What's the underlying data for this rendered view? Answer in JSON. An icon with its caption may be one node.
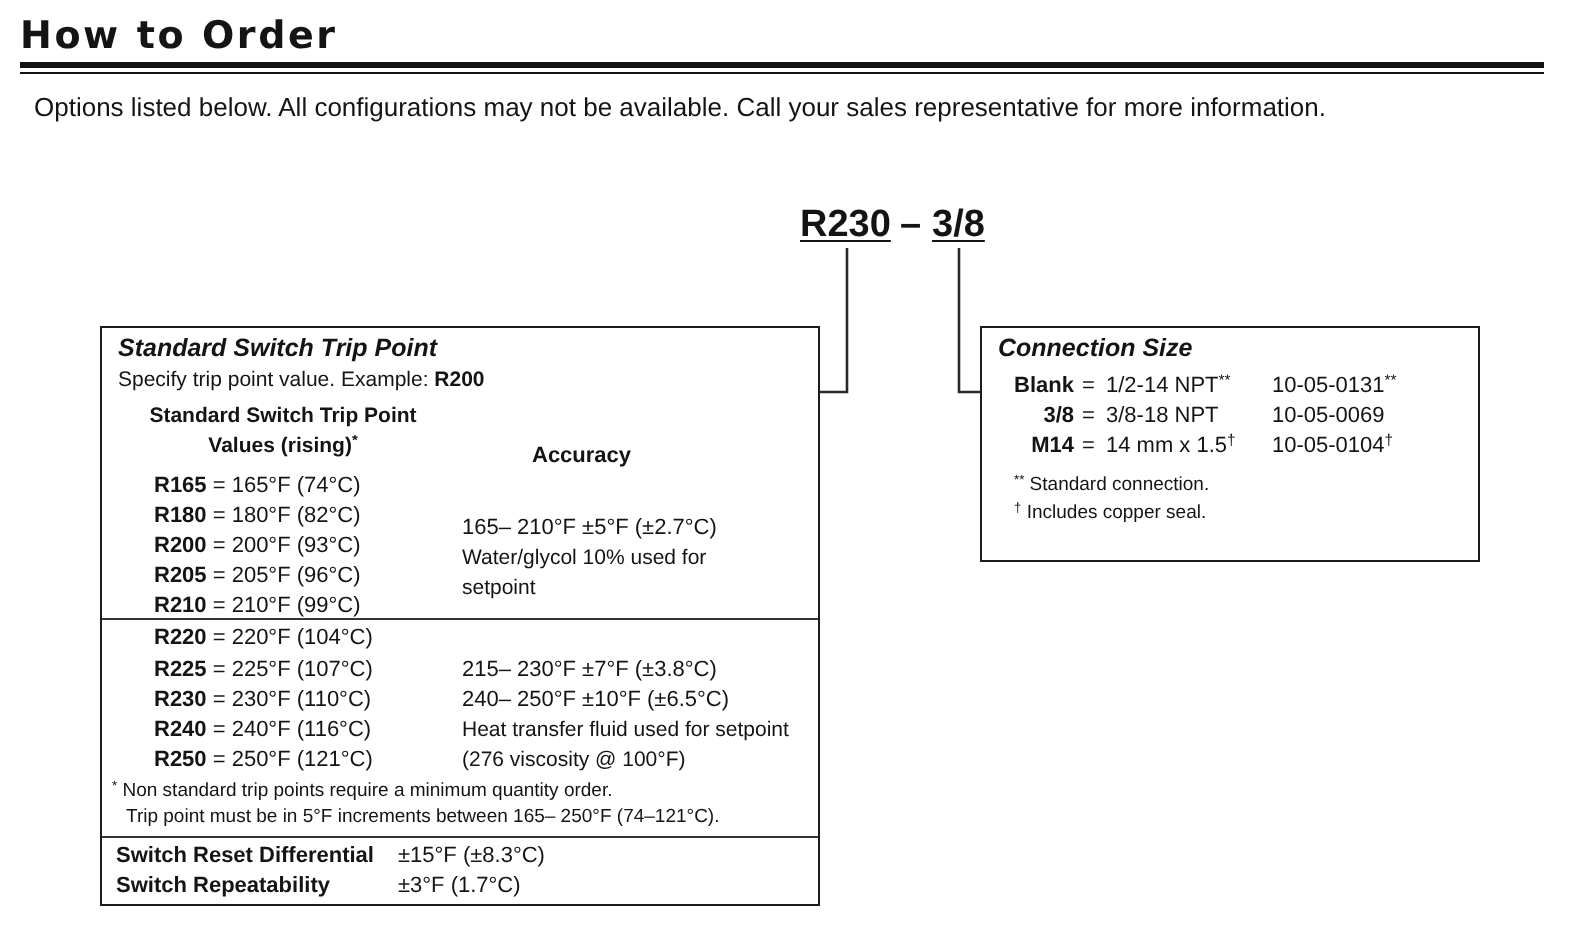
{
  "diagram": {
    "title": "How to Order",
    "nodes": [
      {
        "text": [
          "R230"
        ]
      },
      {
        "text": [
          "3/8"
        ]
      },
      {
        "text": [
          "Standard Switch Trip Point",
          "Specify trip point value. Example: **R200**",
          "Standard Switch Trip Point Values (rising)$^{*}$",
          "Accuracy",
          "**R165** = 165°F (74°C)",
          "**R180** = 180°F (82°C)",
          "**R200** = 200°F (93°C)",
          "**R205** = 205°F (96°C)",
          "**R210** = 210°F (99°C)",
          "165– 210°F ±5°F (±2.7°C)",
          "Water/glycol 10% used for setpoint",
          "**R220** = 220°F (104°C)",
          "**R225** = 225°F (107°C)",
          "**R230** = 230°F (110°C)",
          "**R240** = 240°F (116°C)",
          "**R250** = 250°F (121°C)",
          "215– 230°F ±7°F (±3.8°C)",
          "240– 250°F ±10°F (±6.5°C)",
          "Heat transfer fluid used for setpoint",
          "(276 viscosity @ 100°F)",
          "$^{*}$ Non standard trip points require a minimum quantity order.",
          "Trip point must be in 5°F increments between 165– 250°F (74–121°C).",
          "Switch Reset Differential",
          "±15°F (±8.3°C)",
          "Switch Repeatability",
          "±3°F (1.7°C)"
        ]
      },
      {
        "text": [
          "Connection Size",
          "Blank",
          "=",
          "1/2-14 NPT$^{**}$",
          "10-05-0131$^{**}$",
          "3/8",
          "=",
          "3/8-18 NPT",
          "10-05-0069",
          "M14",
          "=",
          "14 mm x 1.5$^{†}$",
          "10-05-0104$^{†}$",
          "$^{**}$ Standard connection.",
          "$^{†}$ Includes copper seal."
        ]
      }
    ],
    "edges": [
      {
        "from": 0,
        "to": 2,
        "arrow": "none"
      },
      {
        "from": 1,
        "to": 3,
        "arrow": "none"
      }
    ],
    "labels": [
      "Options listed below. All configurations may not be available. Call your sales representative for more information.",
      "–"
    ]
  }
}
